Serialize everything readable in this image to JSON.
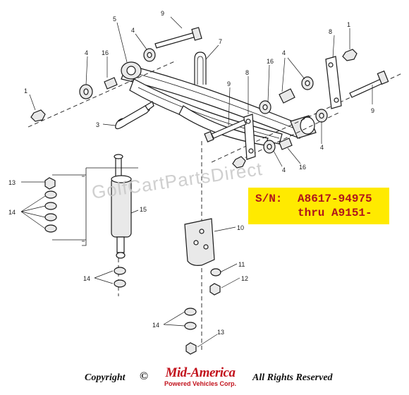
{
  "callouts": {
    "c1a": "1",
    "c1b": "1",
    "c3": "3",
    "c4a": "4",
    "c4b": "4",
    "c4c": "4",
    "c4d": "4",
    "c4e": "4",
    "c5": "5",
    "c7": "7",
    "c8a": "8",
    "c8b": "8",
    "c9a": "9",
    "c9b": "9",
    "c9c": "9",
    "c10": "10",
    "c11": "11",
    "c12": "12",
    "c13a": "13",
    "c13b": "13",
    "c14a": "14",
    "c14b": "14",
    "c14c": "14",
    "c15": "15",
    "c16a": "16",
    "c16b": "16",
    "c16c": "16"
  },
  "serial_box": {
    "label": "S/N:",
    "from": "A8617-94975",
    "thru": "thru A9151-",
    "bg_color": "#ffea00",
    "text_color": "#b0151c"
  },
  "watermark": "GolfCartPartsDirect",
  "footer": {
    "copyright_text": "Copyright",
    "copyright_symbol": "©",
    "brand_name": "Mid-America",
    "brand_sub": "Powered Vehicles Corp.",
    "rights": "All Rights Reserved",
    "brand_color": "#c2121c"
  }
}
